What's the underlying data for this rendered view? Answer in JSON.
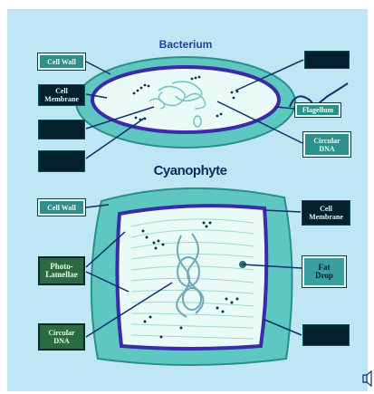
{
  "colors": {
    "background": "#bfe6f4",
    "cell_wall": "#5ec7c1",
    "membrane": "#3b2ba8",
    "cytoplasm": "#eafaf6",
    "leader_line": "#0d2f6b",
    "title": "#1f3f9a"
  },
  "bacterium": {
    "title": "Bacterium",
    "labels": {
      "cell_wall": "Cell Wall",
      "cell_membrane": "Cell\nMembrane",
      "flagellum": "Flagellum",
      "circular_dna": "Circular\nDNA"
    }
  },
  "cyanophyte": {
    "title": "Cyanophyte",
    "labels": {
      "cell_wall": "Cell Wall",
      "cell_membrane": "Cell\nMembrane",
      "photo_lamellae": "Photo-\nLamellae",
      "fat_drop": "Fat\nDrop",
      "circular_dna": "Circular\nDNA"
    }
  }
}
